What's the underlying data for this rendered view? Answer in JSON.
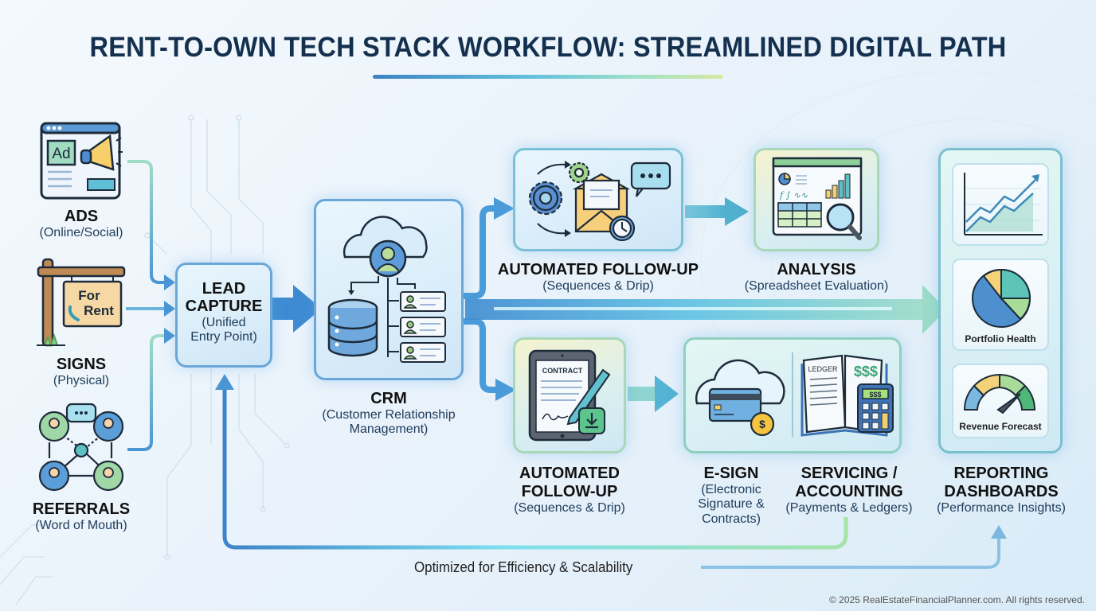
{
  "header": {
    "title": "RENT-TO-OWN TECH STACK WORKFLOW: STREAMLINED DIGITAL PATH"
  },
  "sources": [
    {
      "title": "ADS",
      "subtitle": "(Online/Social)",
      "icon": "ad-megaphone-icon",
      "icon_text": "Ad"
    },
    {
      "title": "SIGNS",
      "subtitle": "(Physical)",
      "icon": "for-rent-sign-icon",
      "icon_text_1": "For",
      "icon_text_2": "Rent"
    },
    {
      "title": "REFERRALS",
      "subtitle": "(Word of Mouth)",
      "icon": "referral-network-icon"
    }
  ],
  "lead_capture": {
    "title_1": "LEAD",
    "title_2": "CAPTURE",
    "subtitle_1": "(Unified",
    "subtitle_2": "Entry Point)"
  },
  "crm": {
    "title": "CRM",
    "subtitle_1": "(Customer Relationship",
    "subtitle_2": "Management)",
    "icon": "cloud-database-contacts-icon"
  },
  "upper_branch": {
    "followup": {
      "title": "AUTOMATED FOLLOW-UP",
      "subtitle": "(Sequences & Drip)",
      "icon": "gears-email-clock-icon"
    },
    "analysis": {
      "title": "ANALYSIS",
      "subtitle": "(Spreadsheet Evaluation)",
      "icon": "spreadsheet-magnifier-icon"
    }
  },
  "lower_branch": {
    "followup": {
      "title_1": "AUTOMATED",
      "title_2": "FOLLOW-UP",
      "subtitle": "(Sequences & Drip)",
      "icon": "tablet-contract-icon",
      "icon_text": "CONTRACT"
    },
    "esign": {
      "title": "E-SIGN",
      "subtitle_1": "(Electronic",
      "subtitle_2": "Signature &",
      "subtitle_3": "Contracts)",
      "icon": "cloud-card-coin-icon"
    },
    "servicing": {
      "title_1": "SERVICING /",
      "title_2": "ACCOUNTING",
      "subtitle": "(Payments & Ledgers)",
      "icon": "ledger-calculator-icon",
      "ledger_text": "LEDGER",
      "money_text": "$$$"
    }
  },
  "reporting": {
    "title_1": "REPORTING",
    "title_2": "DASHBOARDS",
    "subtitle": "(Performance Insights)",
    "panels": [
      {
        "label": "",
        "icon": "line-chart-icon"
      },
      {
        "label": "Portfolio Health",
        "icon": "pie-chart-icon"
      },
      {
        "label": "Revenue Forecast",
        "icon": "gauge-icon"
      }
    ]
  },
  "footer": {
    "tagline": "Optimized for Efficiency & Scalability",
    "copyright": "© 2025 RealEstateFinancialPlanner.com. All rights reserved."
  },
  "colors": {
    "title": "#14304f",
    "primary_blue": "#3d82c4",
    "teal": "#63c1dc",
    "mint": "#9fe0c8"
  }
}
